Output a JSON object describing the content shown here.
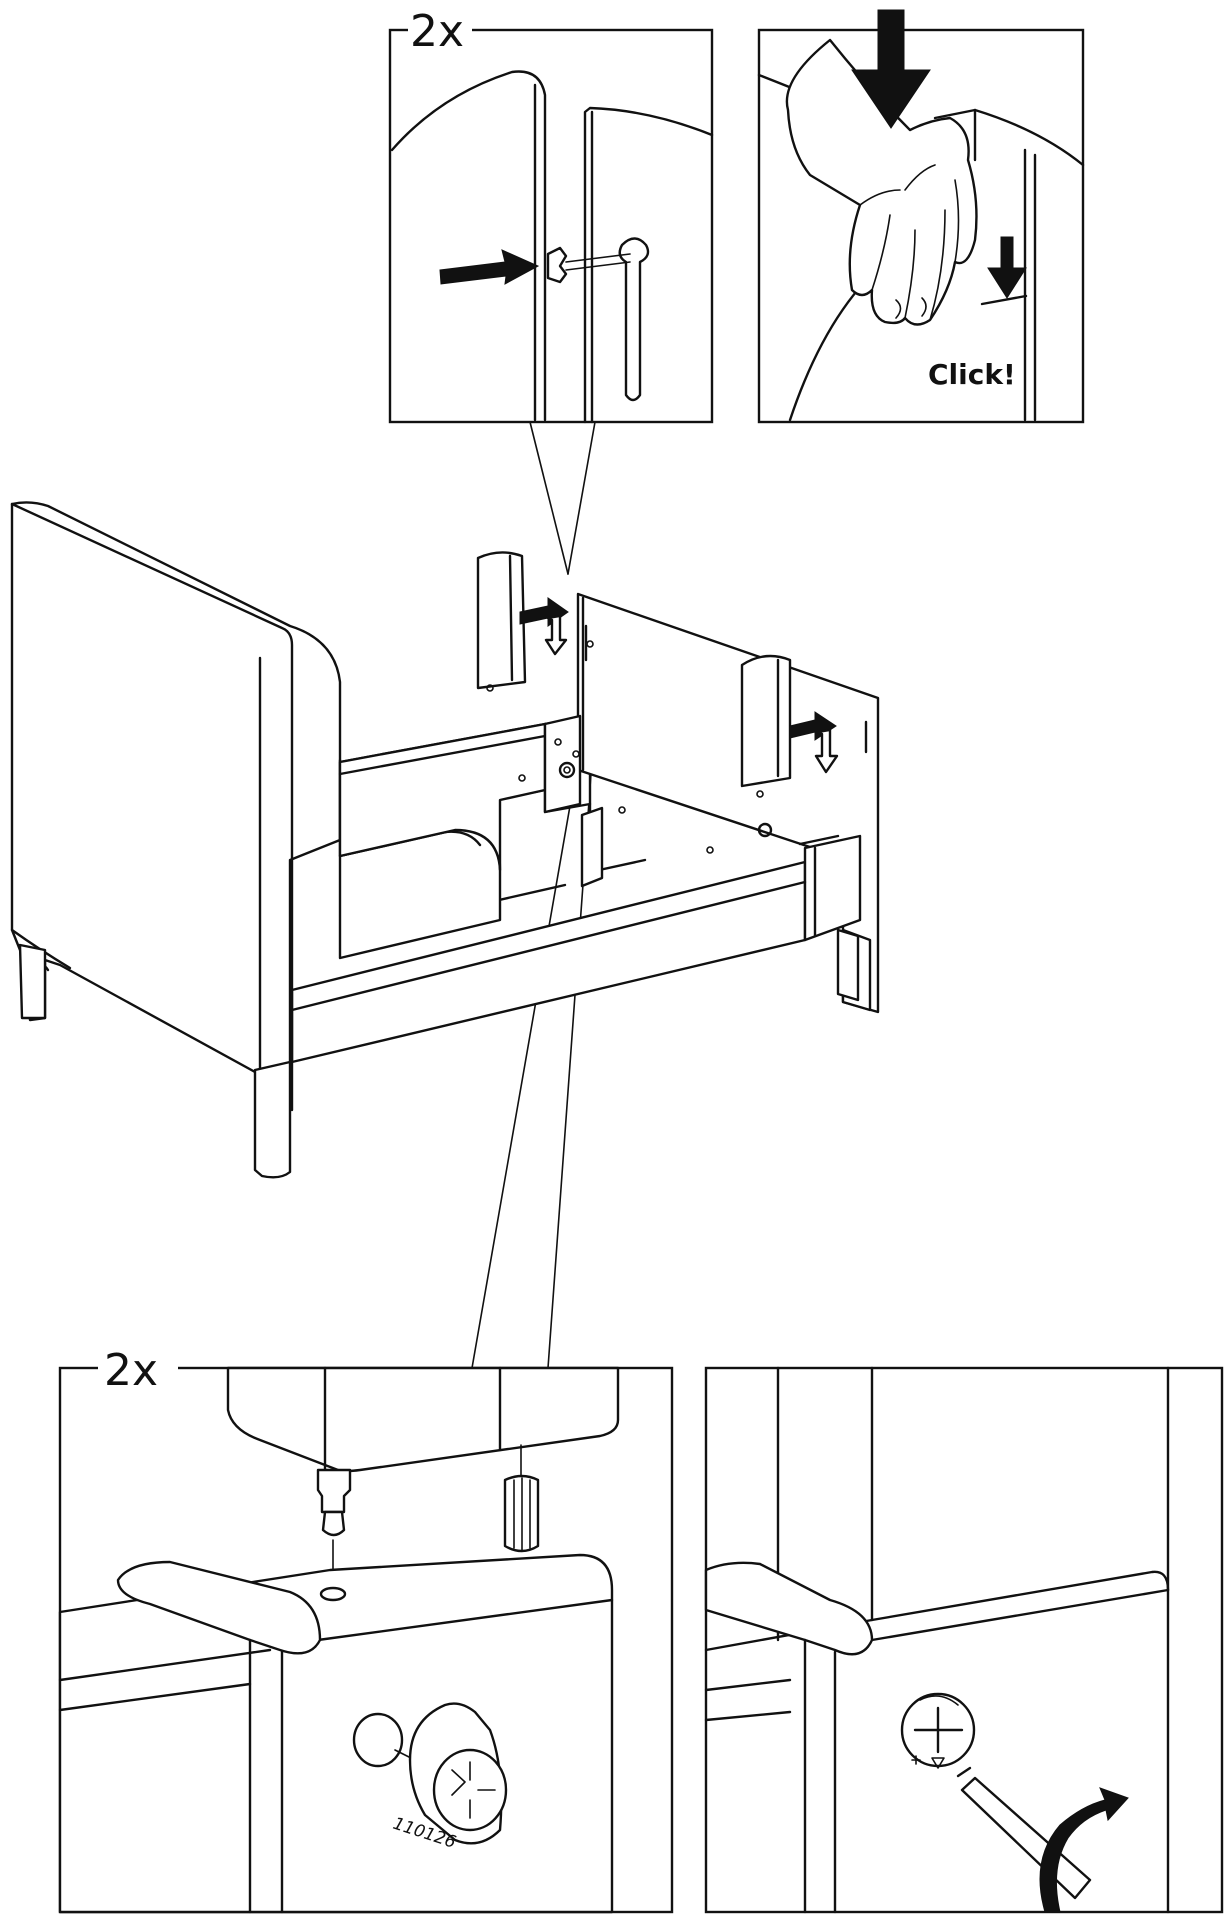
{
  "panels": {
    "top_left": {
      "quantity": "2x"
    },
    "top_right": {
      "sound_label": "Click!"
    },
    "bottom_left": {
      "quantity": "2x",
      "part_number": "110126"
    },
    "bottom_right": {}
  },
  "icons": {
    "push_arrow": "solid-right-arrow-icon",
    "press_arrow": "solid-down-arrow-icon",
    "snap_arrow": "small-down-arrow-icon",
    "slide_arrow": "hollow-bent-arrow-icon",
    "turn_arrow": "curved-rotation-arrow-icon"
  },
  "colors": {
    "line": "#111111",
    "paper": "#ffffff"
  }
}
